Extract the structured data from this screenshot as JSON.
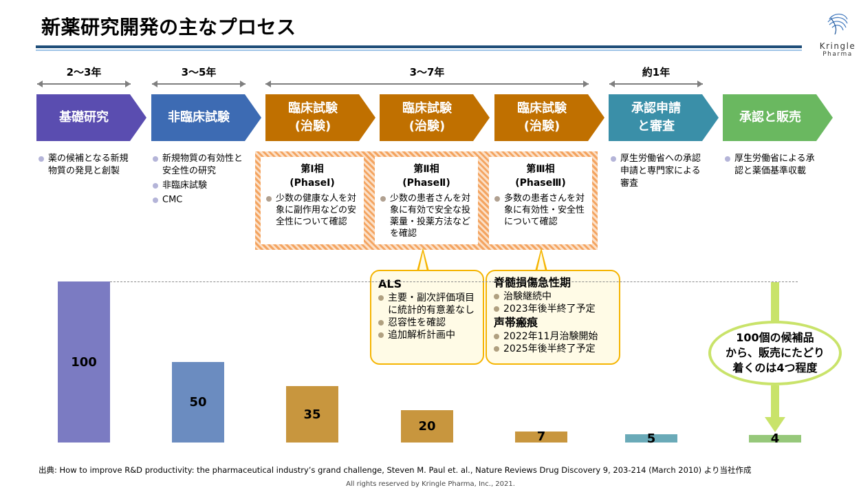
{
  "title": "新薬研究開発の主なプロセス",
  "logo": {
    "name": "Kringle",
    "sub": "Pharma"
  },
  "durations": [
    {
      "label": "2〜3年"
    },
    {
      "label": "3〜5年"
    },
    {
      "label": "3〜7年"
    },
    {
      "label": "約1年"
    }
  ],
  "stages": [
    {
      "line1": "基礎研究",
      "line2": "",
      "color": "#5a4db0"
    },
    {
      "line1": "非臨床試験",
      "line2": "",
      "color": "#3d6bb3"
    },
    {
      "line1": "臨床試験",
      "line2": "(治験)",
      "color": "#c07000"
    },
    {
      "line1": "臨床試験",
      "line2": "(治験)",
      "color": "#c07000"
    },
    {
      "line1": "臨床試験",
      "line2": "(治験)",
      "color": "#c07000"
    },
    {
      "line1": "承認申請",
      "line2": "と審査",
      "color": "#3a8fa8"
    },
    {
      "line1": "承認と販売",
      "line2": "",
      "color": "#6ab860"
    }
  ],
  "descriptions": {
    "basic": [
      "薬の候補となる新規物質の発見と創製"
    ],
    "nonclinical": [
      "新規物質の有効性と安全性の研究",
      "非臨床試験",
      "CMC"
    ],
    "application": [
      "厚生労働省への承認申請と専門家による審査"
    ],
    "approval": [
      "厚生労働省による承認と薬価基準収載"
    ]
  },
  "phases": [
    {
      "title": "第Ⅰ相",
      "sub": "(PhaseⅠ)",
      "text": "少数の健康な人を対象に副作用などの安全性について確認"
    },
    {
      "title": "第Ⅱ相",
      "sub": "(PhaseⅡ)",
      "text": "少数の患者さんを対象に有効で安全な投薬量・投薬方法などを確認"
    },
    {
      "title": "第Ⅲ相",
      "sub": "(PhaseⅢ)",
      "text": "多数の患者さんを対象に有効性・安全性について確認"
    }
  ],
  "callout_als": {
    "heading": "ALS",
    "items": [
      "主要・副次評価項目に統計的有意差なし",
      "忍容性を確認",
      "追加解析計画中"
    ]
  },
  "callout_sci": {
    "heading1": "脊髄損傷急性期",
    "items1": [
      "治験継続中",
      "2023年後半終了予定"
    ],
    "heading2": "声帯瘢痕",
    "items2": [
      "2022年11月治験開始",
      "2025年後半終了予定"
    ]
  },
  "chart_data": {
    "type": "bar",
    "categories": [
      "基礎研究",
      "非臨床試験",
      "第Ⅰ相",
      "第Ⅱ相",
      "第Ⅲ相",
      "承認申請と審査",
      "承認と販売"
    ],
    "values": [
      100,
      50,
      35,
      20,
      7,
      5,
      4
    ],
    "labels": [
      "100",
      "50",
      "35",
      "20",
      "7",
      "5",
      "4"
    ],
    "colors": [
      "#7b7bc2",
      "#6b8cc0",
      "#c8963e",
      "#c8963e",
      "#c8963e",
      "#6aaab8",
      "#96c87a"
    ],
    "ylim": [
      0,
      100
    ]
  },
  "oval_text": [
    "100個の候補品",
    "から、販売にたどり",
    "着くのは4つ程度"
  ],
  "source": "出典:  How to improve R&D productivity: the pharmaceutical industry’s grand challenge, Steven M. Paul et. al., Nature Reviews Drug Discovery 9, 203-214 (March 2010) より当社作成",
  "copyright": "All rights reserved by Kringle Pharma, Inc., 2021."
}
